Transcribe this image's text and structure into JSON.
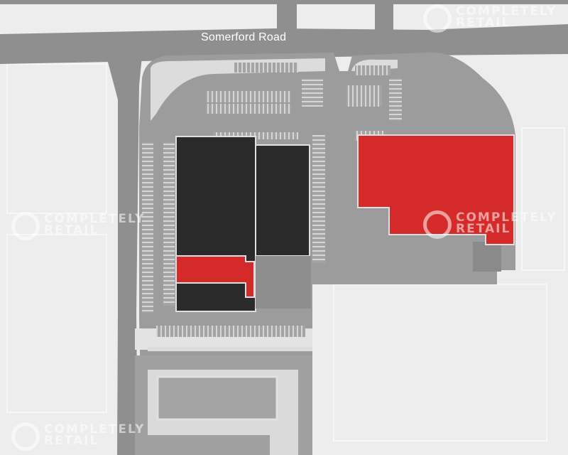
{
  "map": {
    "road_label": "Somerford Road",
    "watermark_line1": "COMPLETELY",
    "watermark_line2": "RETAIL",
    "colors": {
      "background": "#ededed",
      "road": "#8f8f8f",
      "site": "#9c9c9c",
      "building": "#2b2b2b",
      "highlight": "#d42a2a",
      "pavement": "#dcdcdc"
    }
  }
}
